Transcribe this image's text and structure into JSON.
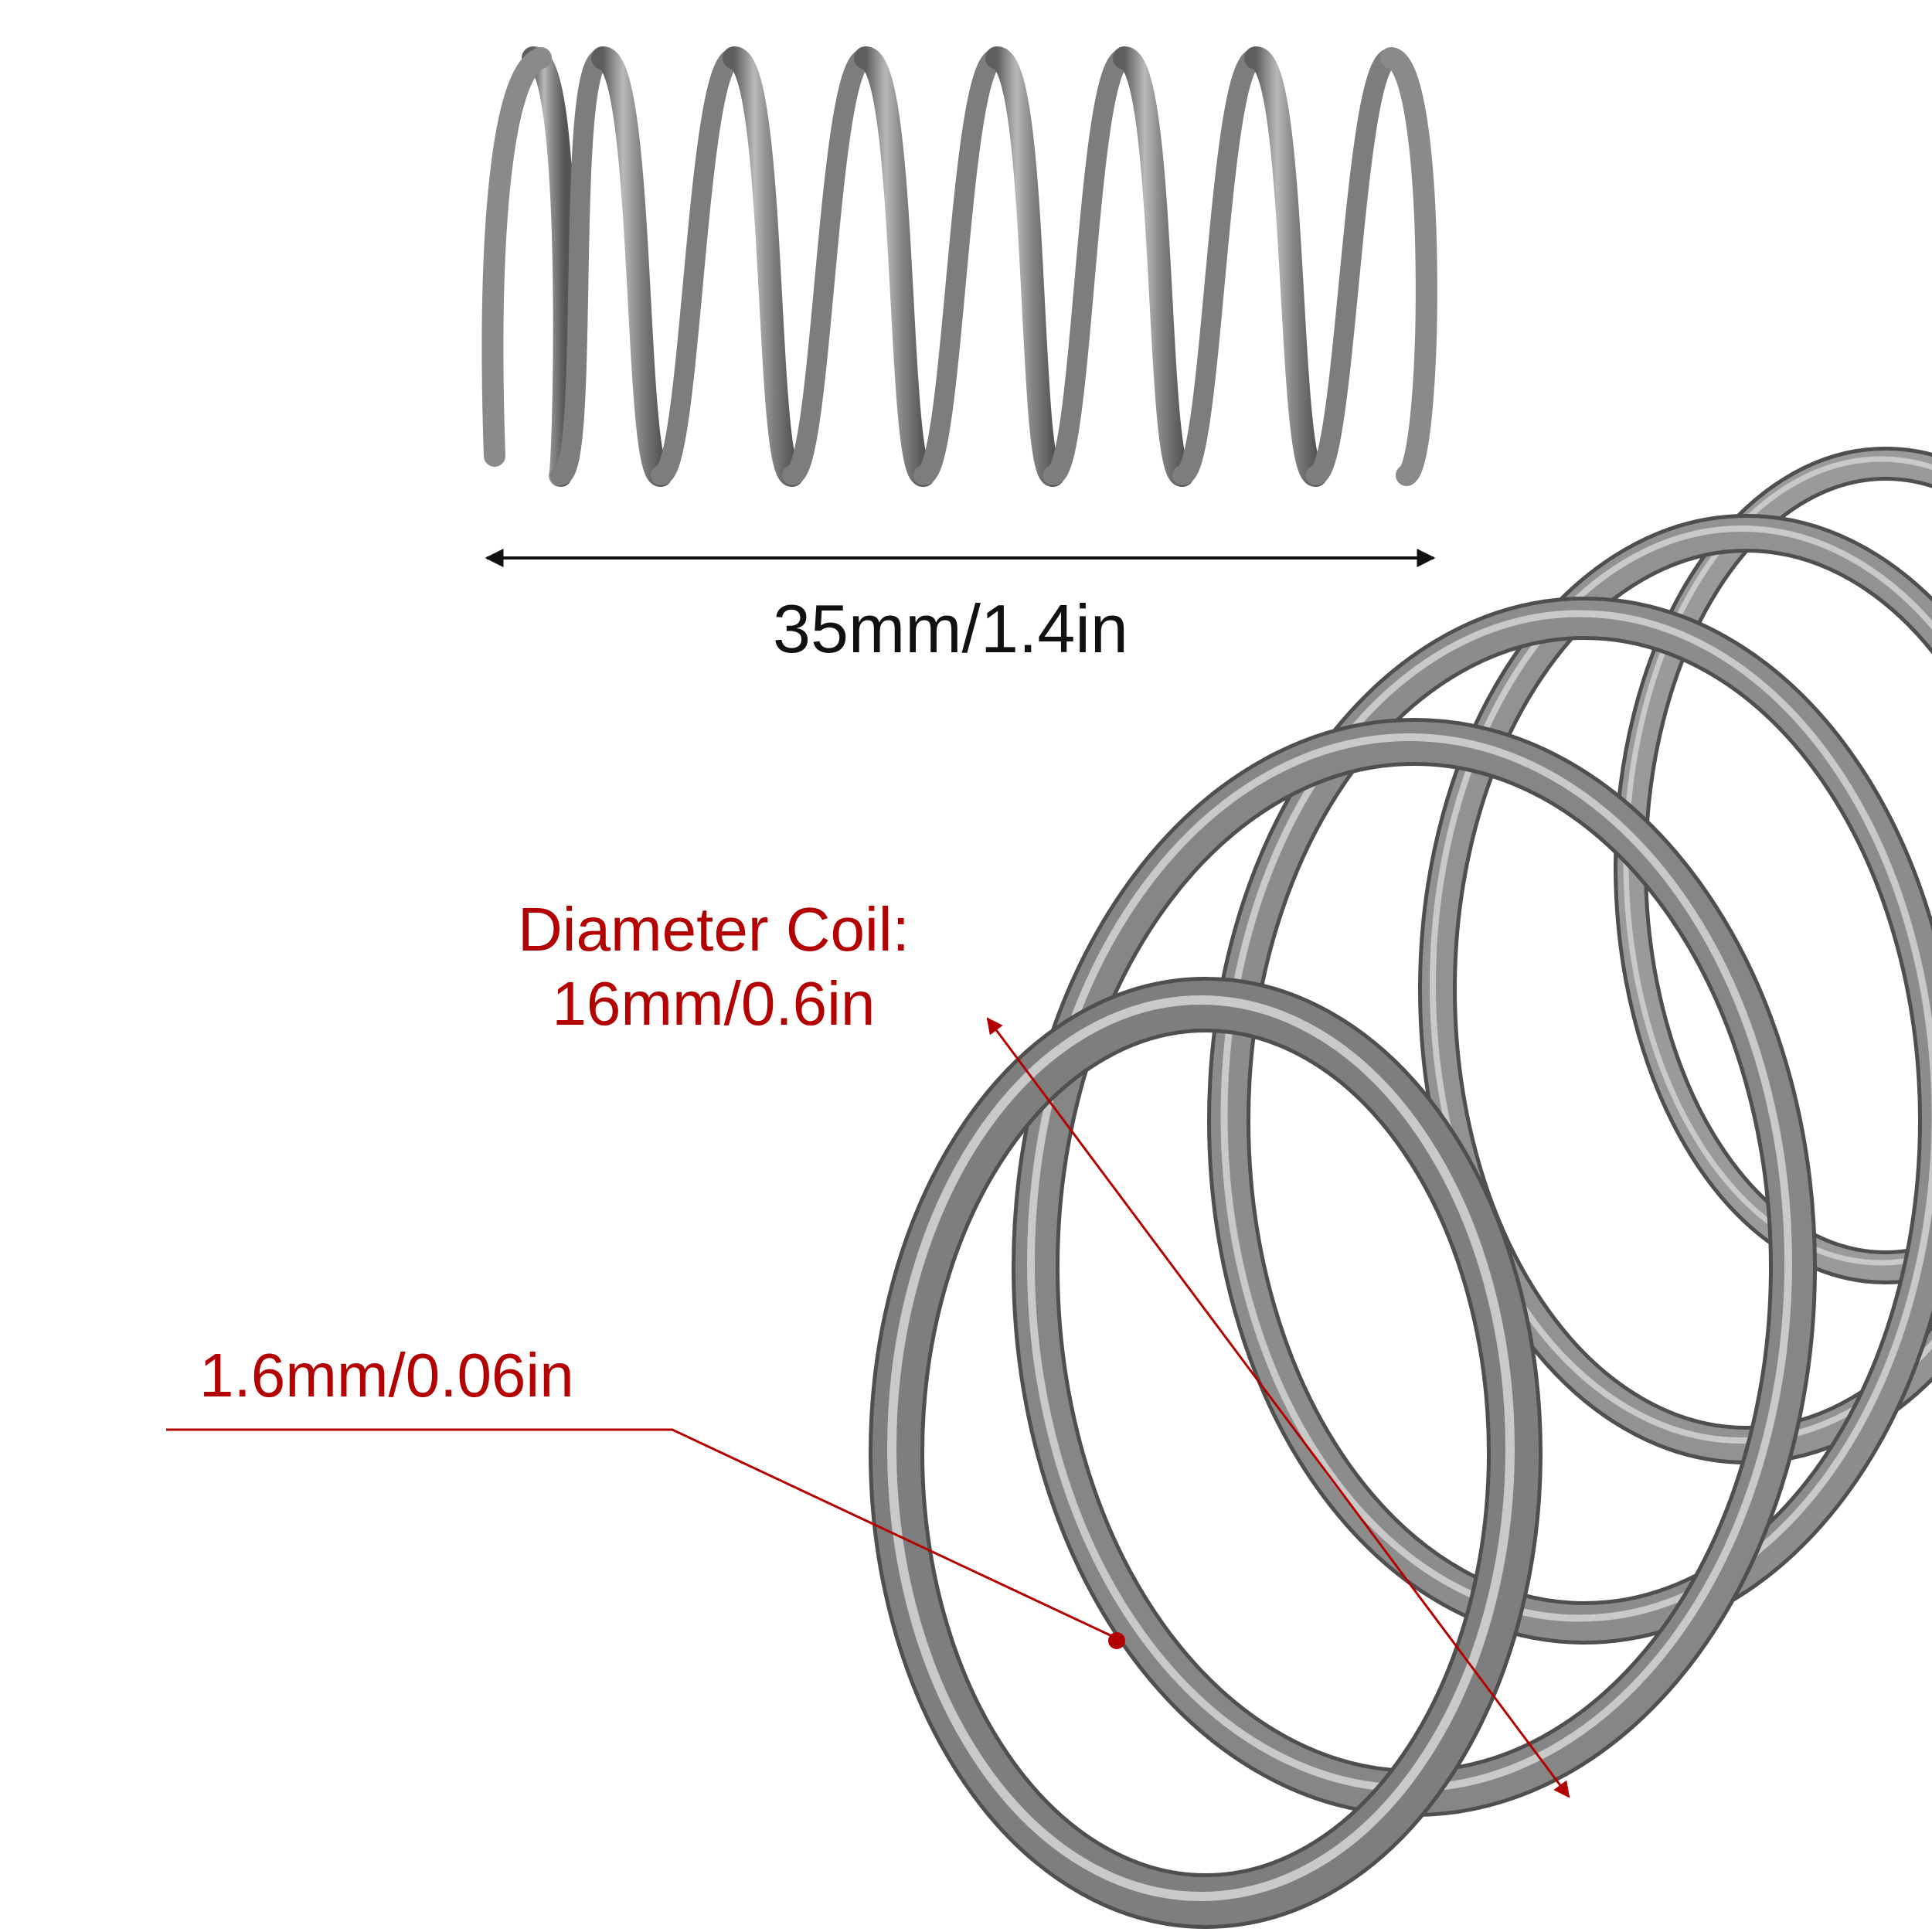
{
  "annotations": {
    "length": "35mm/1.4in",
    "coil_diameter_title": "Diameter Coil:",
    "coil_diameter_value": "16mm/0.6in",
    "wire_diameter": "1.6mm/0.06in"
  },
  "colors": {
    "dimension_line": "#111111",
    "annotation": "#b30000",
    "spring_metal": "#8a8a8a",
    "background": "#ffffff"
  }
}
